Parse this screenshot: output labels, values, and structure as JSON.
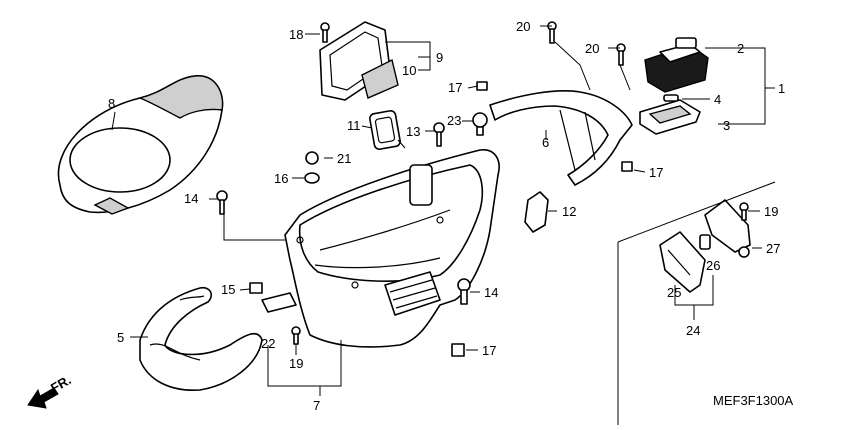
{
  "diagram": {
    "code": "MEF3F1300A",
    "direction_label": "FR.",
    "callouts": {
      "c1": "1",
      "c2": "2",
      "c3": "3",
      "c4": "4",
      "c5": "5",
      "c6": "6",
      "c7": "7",
      "c8": "8",
      "c9": "9",
      "c10": "10",
      "c11": "11",
      "c12": "12",
      "c13": "13",
      "c14a": "14",
      "c14b": "14",
      "c15": "15",
      "c16": "16",
      "c17a": "17",
      "c17b": "17",
      "c17c": "17",
      "c18": "18",
      "c19a": "19",
      "c19b": "19",
      "c20a": "20",
      "c20b": "20",
      "c21": "21",
      "c22": "22",
      "c23": "23",
      "c24": "24",
      "c25": "25",
      "c26": "26",
      "c27": "27"
    }
  }
}
